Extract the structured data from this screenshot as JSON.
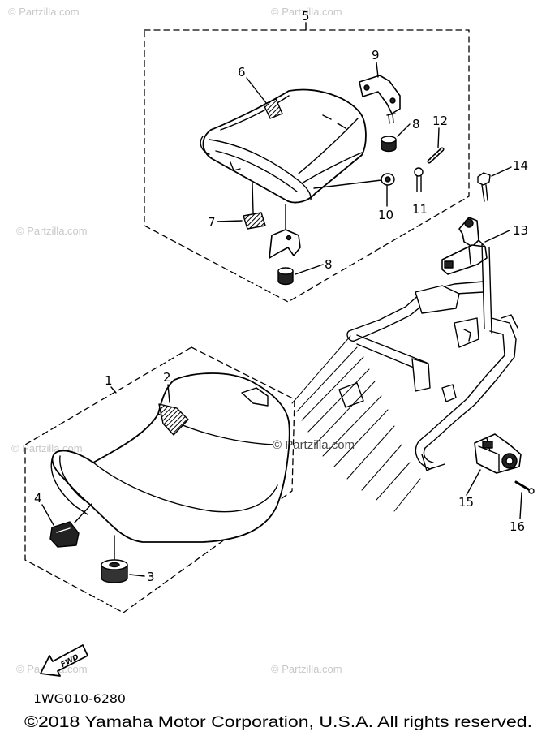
{
  "watermark": "© Partzilla.com",
  "diagram_code": "1WG010-6280",
  "copyright": "©2018 Yamaha Motor Corporation, U.S.A. All rights reserved.",
  "fwd_label": "FWD",
  "callouts": {
    "c1": "1",
    "c2": "2",
    "c3": "3",
    "c4": "4",
    "c5": "5",
    "c6": "6",
    "c7": "7",
    "c8_upper": "8",
    "c8_lower": "8",
    "c9": "9",
    "c10": "10",
    "c11": "11",
    "c12": "12",
    "c13": "13",
    "c14": "14",
    "c15": "15",
    "c16": "16"
  },
  "colors": {
    "line": "#000000",
    "background": "#ffffff",
    "watermark": "#c8c8c8",
    "watermark_center": "#4a4a4a"
  }
}
